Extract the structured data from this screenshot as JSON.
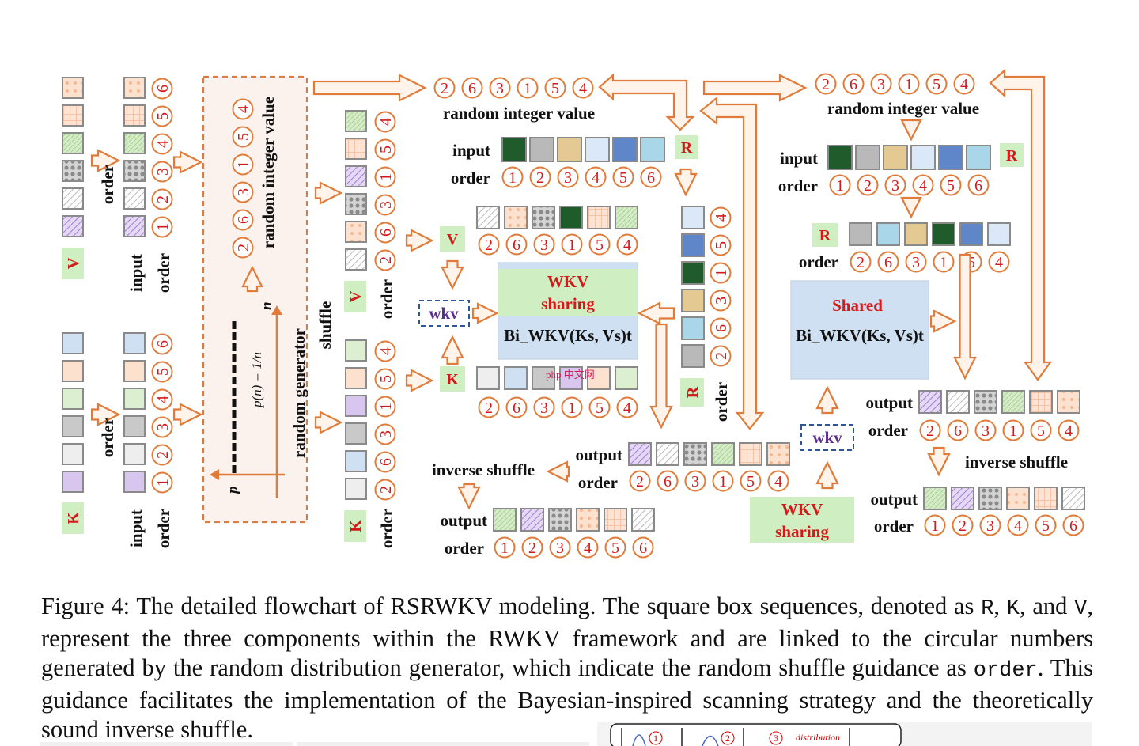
{
  "colors": {
    "arrow": "#e07b39",
    "arrow_fill": "#fff3ea",
    "accent_red": "#d21a1a",
    "label_green": "#cfeec1",
    "wkv_purple": "#5a2d91",
    "dash_blue": "#2f5597",
    "box_blue": "#cfe0f2"
  },
  "left": {
    "v_label": "V",
    "k_label": "K",
    "order_label": "order",
    "input_label": "input",
    "shuffle_label": "shuffle",
    "v_input_order": [
      "6",
      "5",
      "4",
      "3",
      "2",
      "1"
    ],
    "k_input_order": [
      "6",
      "5",
      "4",
      "3",
      "2",
      "1"
    ],
    "v_shuffled_order": [
      "4",
      "5",
      "1",
      "3",
      "6",
      "2"
    ],
    "k_shuffled_order": [
      "4",
      "5",
      "1",
      "3",
      "6",
      "2"
    ],
    "generator": {
      "title": "random generator",
      "values_label": "random integer value",
      "values": [
        "2",
        "6",
        "3",
        "1",
        "5",
        "4"
      ],
      "p_label": "p",
      "n_label": "n",
      "formula": "p(n) = 1/n"
    }
  },
  "middle": {
    "random_label": "random integer value",
    "random_values": [
      "2",
      "6",
      "3",
      "1",
      "5",
      "4"
    ],
    "input_label": "input",
    "order_label": "order",
    "input_order": [
      "1",
      "2",
      "3",
      "4",
      "5",
      "6"
    ],
    "r_label": "R",
    "v_label": "V",
    "k_label": "K",
    "v_order": [
      "2",
      "6",
      "3",
      "1",
      "5",
      "4"
    ],
    "k_order": [
      "2",
      "6",
      "3",
      "1",
      "5",
      "4"
    ],
    "r_column_order": [
      "4",
      "5",
      "1",
      "3",
      "6",
      "2"
    ],
    "wkv_label": "wkv",
    "wkv_sharing_line1": "WKV",
    "wkv_sharing_line2": "sharing",
    "bi_wkv": "Bi_WKV(Ks, Vs)t",
    "output_label": "output",
    "output_order": [
      "2",
      "6",
      "3",
      "1",
      "5",
      "4"
    ],
    "inverse_shuffle_label": "inverse shuffle",
    "final_order": [
      "1",
      "2",
      "3",
      "4",
      "5",
      "6"
    ],
    "watermark": "php 中文网"
  },
  "right": {
    "random_label": "random integer value",
    "random_values": [
      "2",
      "6",
      "3",
      "1",
      "5",
      "4"
    ],
    "input_label": "input",
    "order_label": "order",
    "input_order": [
      "1",
      "2",
      "3",
      "4",
      "5",
      "6"
    ],
    "r_label": "R",
    "shuffled_order": [
      "2",
      "6",
      "3",
      "1",
      "5",
      "4"
    ],
    "shared_line1": "Shared",
    "bi_wkv": "Bi_WKV(Ks, Vs)t",
    "wkv_label": "wkv",
    "wkv_sharing_line1": "WKV",
    "wkv_sharing_line2": "sharing",
    "output_label": "output",
    "output_order": [
      "2",
      "6",
      "3",
      "1",
      "5",
      "4"
    ],
    "inverse_shuffle_label": "inverse shuffle",
    "final_order": [
      "1",
      "2",
      "3",
      "4",
      "5",
      "6"
    ]
  },
  "caption": {
    "p1": "Figure 4: The detailed flowchart of RSRWKV modeling. The square box sequences, denoted as ",
    "r": "R",
    "comma1": ", ",
    "k": "K",
    "comma2": ",",
    "p2": " and ",
    "v": "V",
    "p3": ", represent the three components within the RWKV framework and are linked to the circular numbers generated by the random distribution generator, which indicate the random shuffle guidance as ",
    "order": "order",
    "p4": ". This guidance facilitates the implementation of the Bayesian-inspired scanning strategy and the theoretically sound inverse shuffle."
  },
  "bottom": {
    "label1": "1",
    "label2": "2",
    "label3": "3",
    "distribution": "distribution"
  }
}
